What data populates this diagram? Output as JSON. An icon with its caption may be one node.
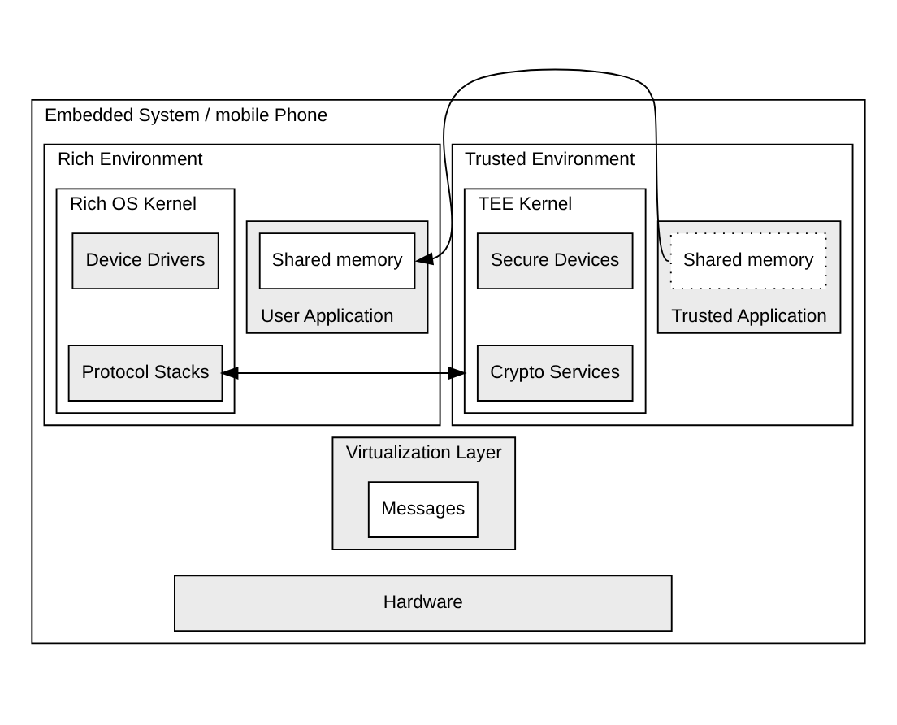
{
  "diagram": {
    "nodes": [
      {
        "text": [
          "Embedded System / mobile Phone"
        ]
      },
      {
        "text": [
          "Rich Environment"
        ],
        "in": 0
      },
      {
        "text": [
          "User Application"
        ],
        "in": 1
      },
      {
        "text": [
          "Shared memory"
        ],
        "in": 2
      },
      {
        "text": [
          "Rich OS Kernel"
        ],
        "in": 1
      },
      {
        "text": [
          "Protocol Stacks"
        ],
        "in": 4
      },
      {
        "text": [
          "Device Drivers"
        ],
        "in": 4
      },
      {
        "text": [
          "Trusted Environment"
        ],
        "in": 0
      },
      {
        "text": [
          "Trusted Application"
        ],
        "in": 7
      },
      {
        "text": [
          "Shared memory"
        ],
        "in": 8
      },
      {
        "text": [
          "TEE Kernel"
        ],
        "in": 7
      },
      {
        "text": [
          "Crypto Services"
        ],
        "in": 10
      },
      {
        "text": [
          "Secure Devices"
        ],
        "in": 10
      },
      {
        "text": [
          "Virtualization Layer"
        ],
        "in": 0
      },
      {
        "text": [
          "Messages"
        ],
        "in": 13
      },
      {
        "text": [
          "Hardware"
        ],
        "in": 0
      }
    ],
    "edges": [
      {
        "from": 9,
        "to": 3,
        "arrow": "to"
      },
      {
        "from": 5,
        "to": 10,
        "arrow": "both"
      }
    ]
  }
}
